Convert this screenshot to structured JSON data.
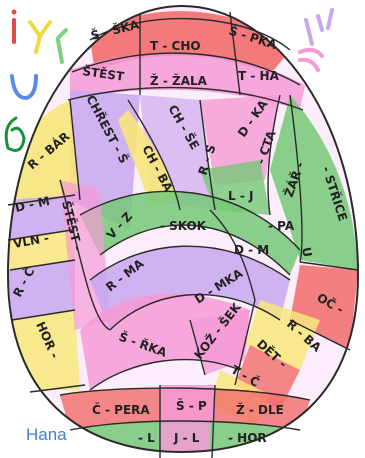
{
  "author": "Hana",
  "labels": {
    "s_ska": "Š - ŠKA",
    "t_cho": "T - CHO",
    "s_pka": "Š - PKA",
    "stest_top": "ŠTĚST",
    "z_zala": "Ž - ŽALA",
    "t_ha": "T - HA",
    "chrest_s": "CHŘEST - Š",
    "ch_se": "CH - ŠE",
    "d_ka": "D - KA",
    "r_bar": "R - BÁR",
    "ch_ba": "CH - BA",
    "r_s": "R - S",
    "cta": "- CTA",
    "zar": "ŽÁŘ -",
    "strice": "- STŘICE",
    "d_m_left": "D - M",
    "stest_mid": "ŠTĚST -",
    "v_z": "V - Z",
    "skok": "- SKOK",
    "l_j": "L - J",
    "pa": "- PA",
    "d_m_center": "D - M",
    "vln": "VLN -",
    "u": "U",
    "r_c": "R - Č",
    "r_ma": "R - MA",
    "oc": "OČ -",
    "hor_left": "HOR -",
    "d_mka": "D - MKA",
    "koz_sek": "KOŽ - ŠEK",
    "r_ba": "R - BA",
    "s_rka": "Š - ŘKA",
    "det": "DĚT -",
    "t_c": "T - Č",
    "c_pera": "Č - PERA",
    "s_p": "Š - P",
    "z_dle": "Ž - DLE",
    "l": "- L",
    "j_l": "J - L",
    "hor_bottom": "- HOR"
  },
  "colors": {
    "red": "#f26b6b",
    "pink": "#f59ad6",
    "purple": "#c8a7ee",
    "yellow": "#f7e67a",
    "green": "#76c877",
    "outline": "#2a2a2a",
    "author": "#3f7fd8"
  }
}
